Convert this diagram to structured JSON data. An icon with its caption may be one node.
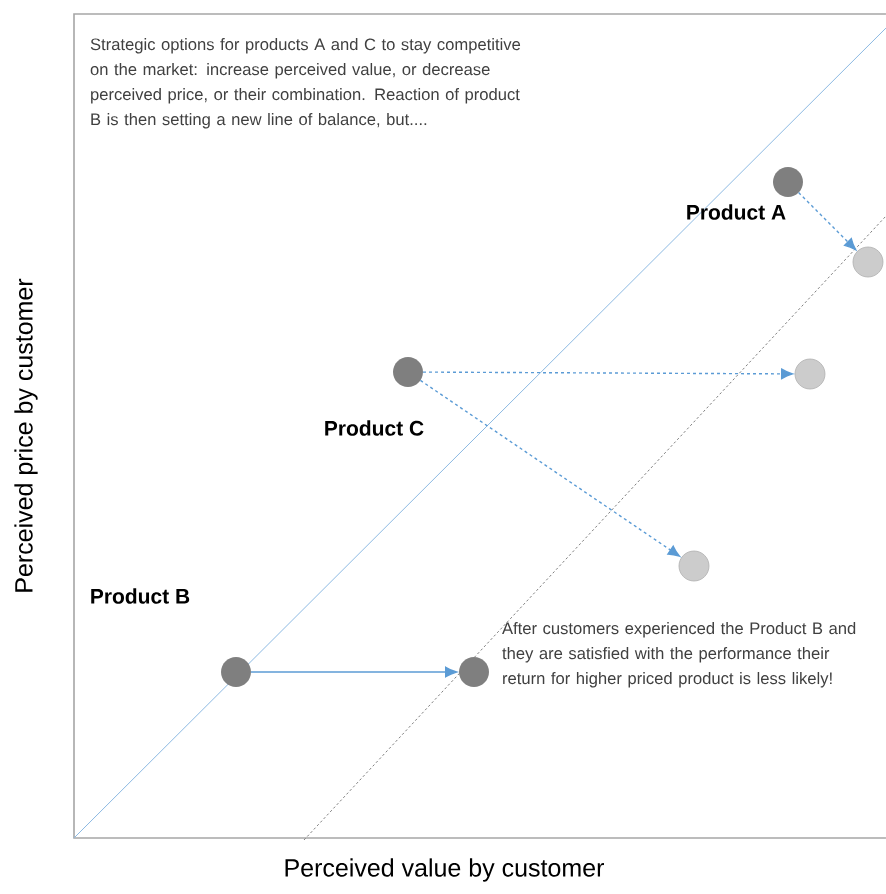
{
  "diagram": {
    "nodes": [
      {
        "text": [],
        "shape": "circle",
        "beside": [
          "Product A"
        ]
      },
      {
        "text": [],
        "shape": "circle"
      },
      {
        "text": [],
        "shape": "circle",
        "beside": [
          "Product C"
        ]
      },
      {
        "text": [],
        "shape": "circle"
      },
      {
        "text": [],
        "shape": "circle"
      },
      {
        "text": [],
        "shape": "circle",
        "beside": [
          "Product B"
        ]
      },
      {
        "text": [],
        "shape": "circle"
      }
    ],
    "edges": [
      {
        "from": 0,
        "to": 1,
        "arrow": "to",
        "style": "dashed"
      },
      {
        "from": 2,
        "to": 3,
        "arrow": "to",
        "style": "dashed"
      },
      {
        "from": 2,
        "to": 4,
        "arrow": "to",
        "style": "dashed"
      },
      {
        "from": 5,
        "to": 6,
        "arrow": "to"
      }
    ],
    "labels": [
      "Strategic options for products A and C to stay competitive on the market: increase perceived value, or decrease perceived price, or their combination. Reaction of product B is then setting a new line of balance, but....",
      "Perceived price by customer",
      "After customers experienced the Product B and they are satisfied with the performance their return for higher priced product is less likely!",
      "Perceived value by customer"
    ]
  }
}
